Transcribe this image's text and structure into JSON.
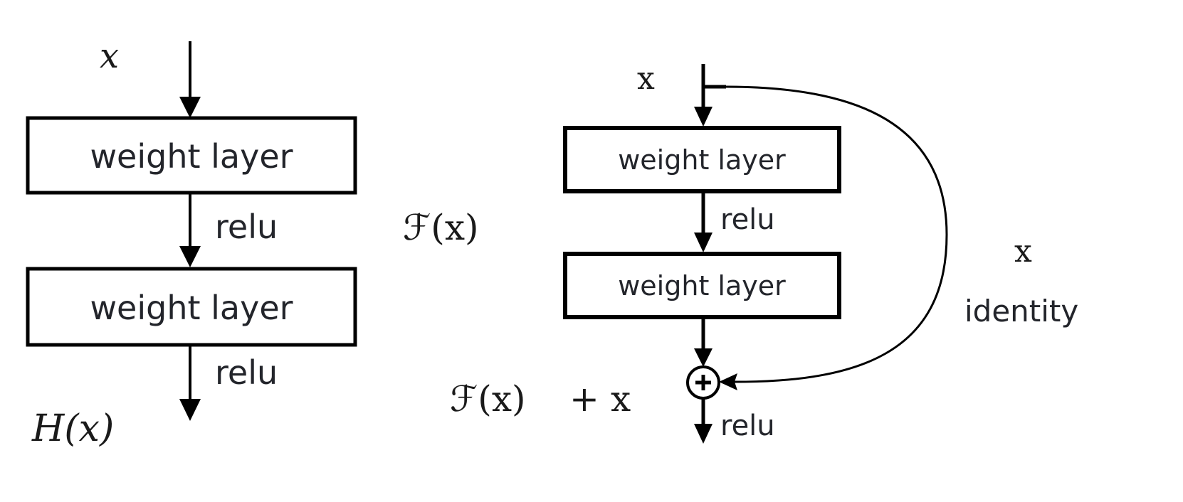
{
  "diagram": {
    "title": "Plain network vs residual learning block",
    "plain_block": {
      "input_label": "x",
      "layers": [
        {
          "label": "weight layer",
          "activation": "relu"
        },
        {
          "label": "weight layer",
          "activation": "relu"
        }
      ],
      "output_label": "H(x)"
    },
    "residual_block": {
      "input_label": "x",
      "layers": [
        {
          "label": "weight layer",
          "activation": "relu"
        },
        {
          "label": "weight layer",
          "activation": ""
        }
      ],
      "residual_function_label": "ℱ(x)",
      "sum_label_f": "ℱ(x)",
      "sum_label_plus": "+",
      "sum_label_x": "x",
      "sum_symbol": "⊕",
      "output_activation": "relu",
      "shortcut_label": "x",
      "shortcut_type": "identity"
    },
    "colors": {
      "stroke": "#000000",
      "text": "#23252b",
      "background": "#ffffff"
    }
  }
}
